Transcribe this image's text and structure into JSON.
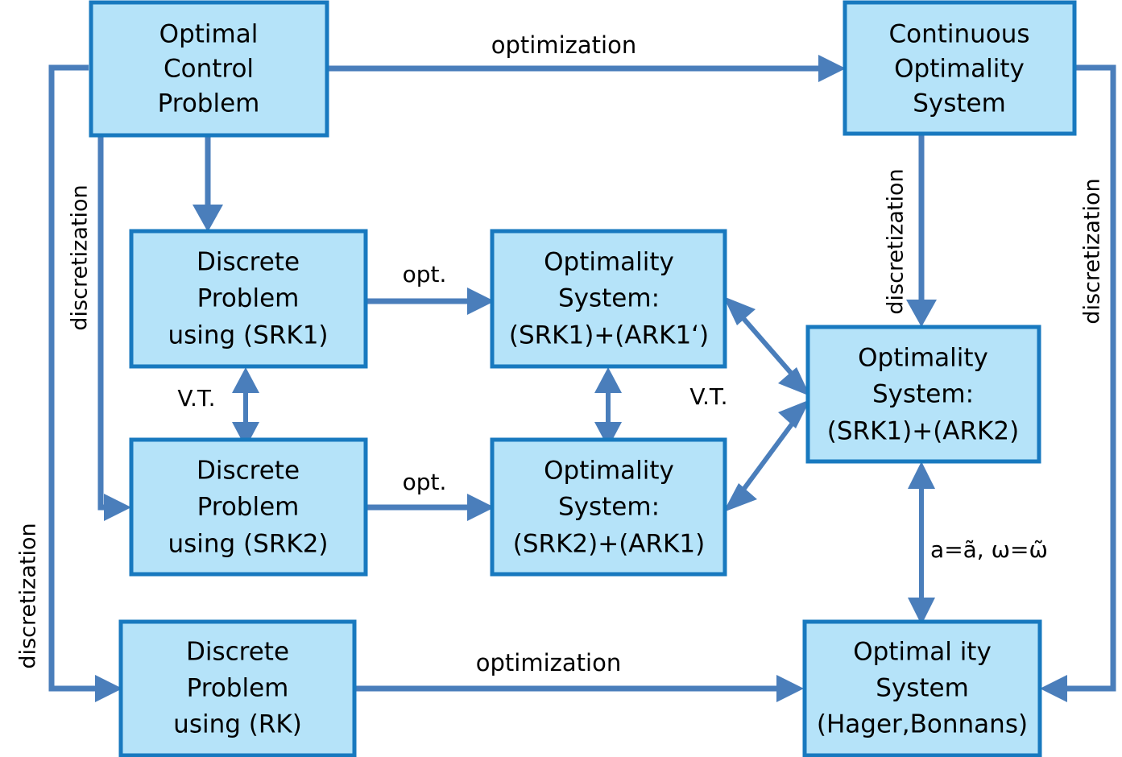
{
  "diagram": {
    "title": "Discretization and optimization commutative diagram",
    "colors": {
      "node_fill": "#b5e3f9",
      "node_border": "#1879bf",
      "edge": "#4a7ebb",
      "text": "#000000",
      "background": "#ffffff"
    },
    "nodes": [
      {
        "id": "optimal-control-problem",
        "lines": [
          "Optimal",
          "Control",
          "Problem"
        ]
      },
      {
        "id": "continuous-optimality-system",
        "lines": [
          "Continuous",
          "Optimality",
          "System"
        ]
      },
      {
        "id": "discrete-problem-srk1",
        "lines": [
          "Discrete",
          "Problem",
          "using (SRK1)"
        ]
      },
      {
        "id": "discrete-problem-srk2",
        "lines": [
          "Discrete",
          "Problem",
          "using (SRK2)"
        ]
      },
      {
        "id": "optimality-system-srk1-ark1p",
        "lines": [
          "Optimality",
          "System:",
          "(SRK1)+(ARK1‘)"
        ]
      },
      {
        "id": "optimality-system-srk2-ark1",
        "lines": [
          "Optimality",
          "System:",
          "(SRK2)+(ARK1)"
        ]
      },
      {
        "id": "optimality-system-srk1-ark2",
        "lines": [
          "Optimality",
          "System:",
          "(SRK1)+(ARK2)"
        ]
      },
      {
        "id": "discrete-problem-rk",
        "lines": [
          "Discrete",
          "Problem",
          "using (RK)"
        ]
      },
      {
        "id": "optimality-system-hager-bonnans",
        "lines": [
          "Optimal ity",
          "System",
          "(Hager,Bonnans)"
        ]
      }
    ],
    "edge_labels": {
      "optimization_top": "optimization",
      "optimization_bottom": "optimization",
      "opt_upper": "opt.",
      "opt_lower": "opt.",
      "vt_left": "V.T.",
      "vt_right": "V.T.",
      "discretization_left_outer": "discretization",
      "discretization_left_inner": "discretization",
      "discretization_right_inner": "discretization",
      "discretization_right_outer": "discretization",
      "equivalence": "a=ã, ω=ω̃"
    }
  }
}
